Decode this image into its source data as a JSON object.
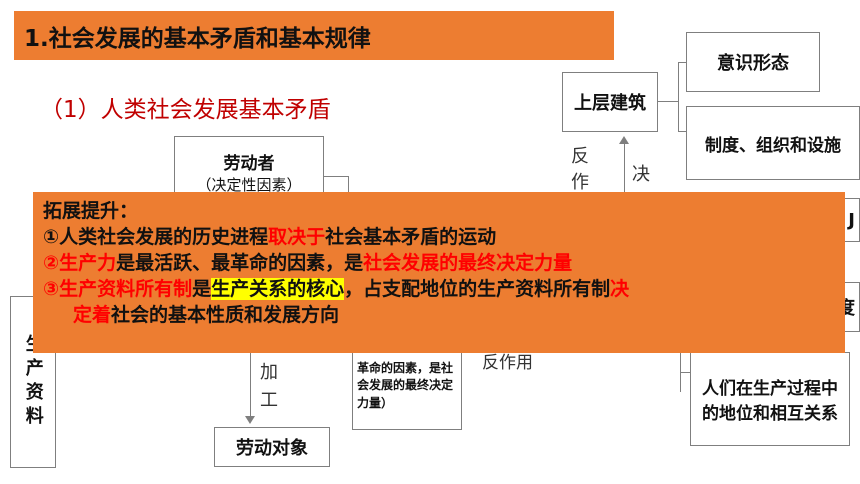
{
  "title": "1.社会发展的基本矛盾和基本规律",
  "subtitle": "（1）人类社会发展基本矛盾",
  "diagram": {
    "superstructure": "上层建筑",
    "ideology": "意识形态",
    "institutions": "制度、组织和设施",
    "laborer": "劳动者",
    "laborer_note": "（决定性因素）",
    "means_of_production": "生产资料",
    "labor_object": "劳动对象",
    "process_label": "加工",
    "force_note": "革命的因素，是社会发展的最终决定力量）",
    "reaction_label": "反作用",
    "reaction_vertical": "反作",
    "decide_vertical": "决",
    "relations_box": "人们在生产过程中的地位和相互关系",
    "edge_glyph_1": "J",
    "edge_glyph_2": "度"
  },
  "expansion": {
    "heading": "拓展提升：",
    "point1": {
      "a": "①人类社会发展的历史进程",
      "b": "取决于",
      "c": "社会基本矛盾的运动"
    },
    "point2": {
      "a": "②生产力",
      "b": "是最活跃、最革命的因素，是",
      "c": "社会发展的最终决定力量"
    },
    "point3": {
      "a": "③生产资料所有制",
      "b": "是",
      "c": "生产关系的核心",
      "d": "，占支配地位的生产资料所有制",
      "e": "决",
      "f": "定着",
      "g": "社会的基本性质和发展方向"
    }
  }
}
